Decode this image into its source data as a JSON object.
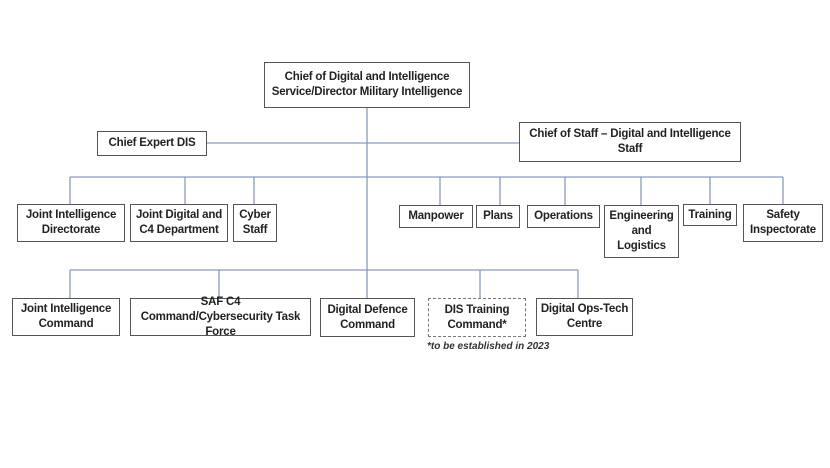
{
  "top": "Chief of Digital and Intelligence Service/Director Military Intelligence",
  "chief_expert": "Chief Expert DIS",
  "chief_of_staff": "Chief of Staff – Digital and Intelligence Staff",
  "staff_units": [
    "Joint Intelligence Directorate",
    "Joint Digital and C4 Department",
    "Cyber Staff",
    "Manpower",
    "Plans",
    "Operations",
    "Engineering and Logistics",
    "Training",
    "Safety Inspectorate"
  ],
  "commands": [
    "Joint Intelligence Command",
    "SAF C4 Command/Cybersecurity Task Force",
    "Digital Defence Command",
    "DIS Training Command*",
    "Digital Ops-Tech Centre"
  ],
  "footnote": "*to be established in 2023",
  "colors": {
    "connector": "#8a9bbd",
    "border": "#555555"
  }
}
